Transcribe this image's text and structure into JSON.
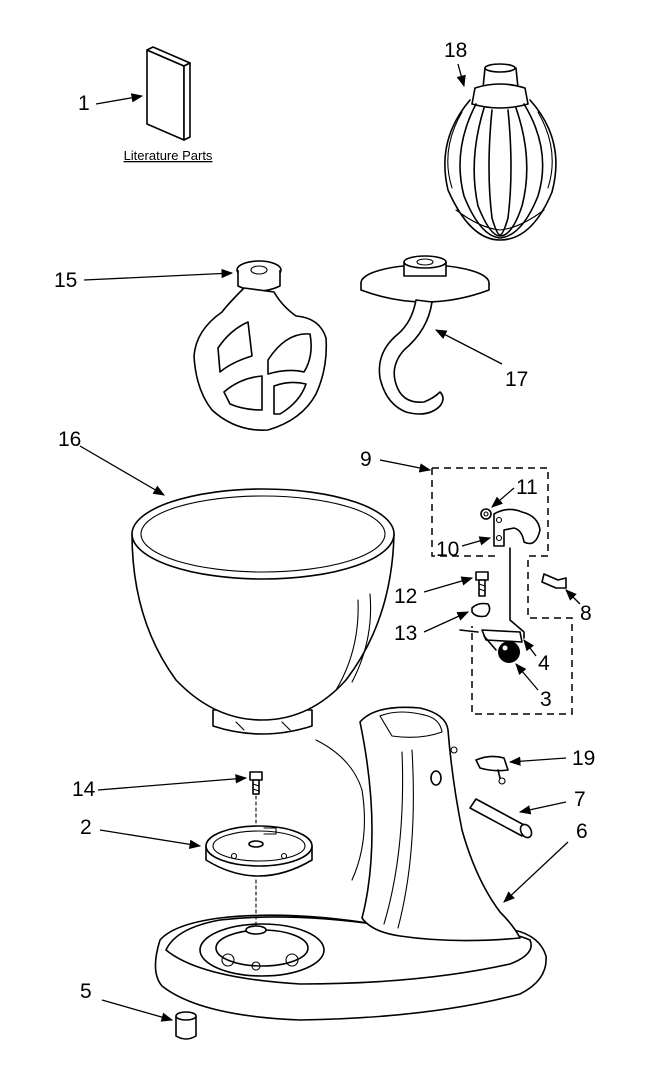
{
  "literature_caption": "Literature Parts",
  "callouts": [
    "1",
    "2",
    "3",
    "4",
    "5",
    "6",
    "7",
    "8",
    "9",
    "10",
    "11",
    "12",
    "13",
    "14",
    "15",
    "16",
    "17",
    "18",
    "19"
  ]
}
